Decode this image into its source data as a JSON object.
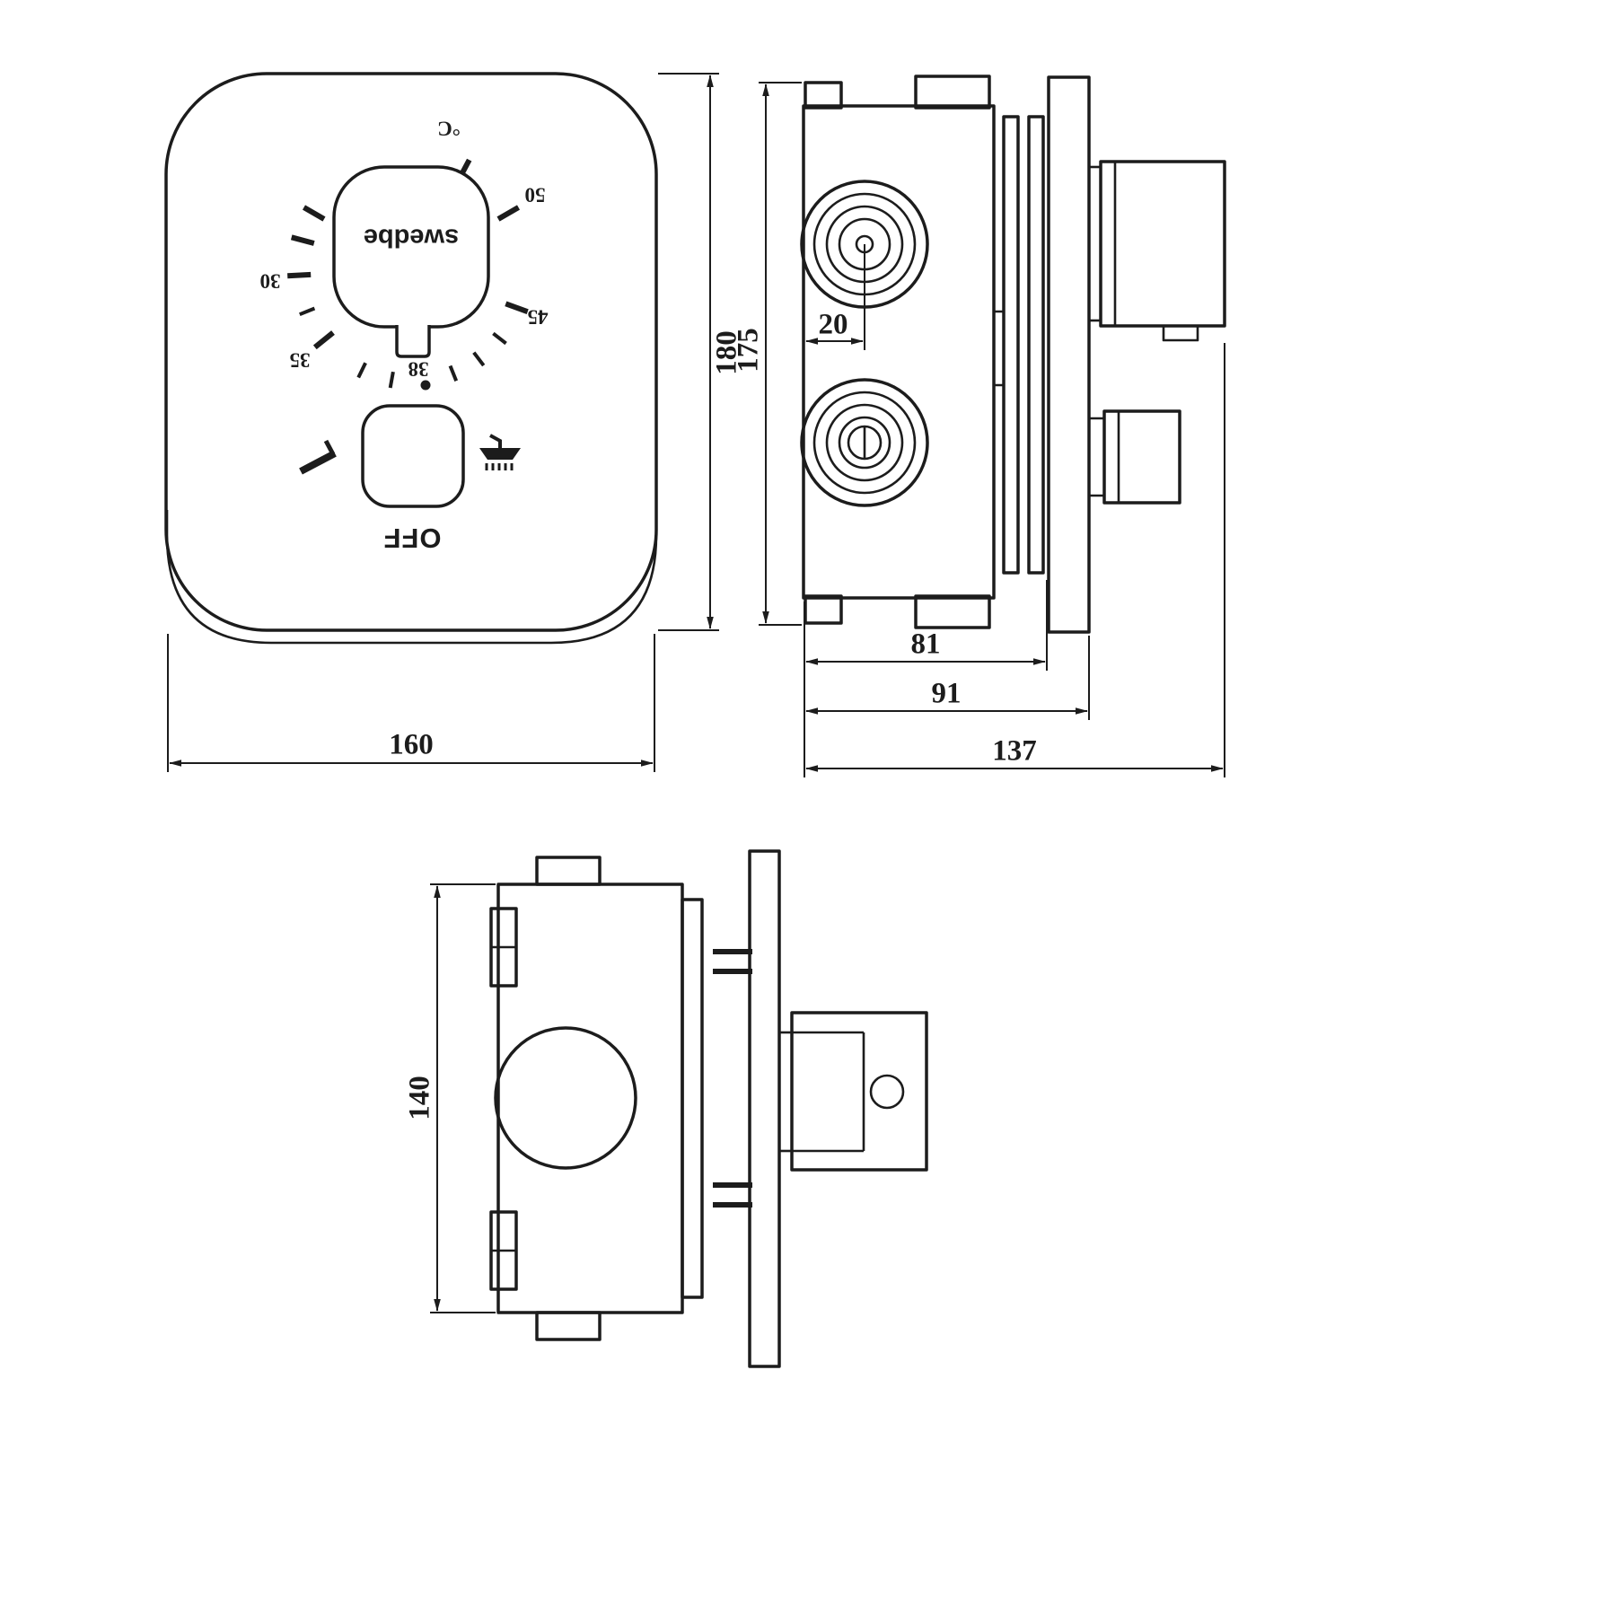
{
  "line_color": "#1c1c1c",
  "front_view": {
    "brand_label": "swedbe",
    "off_label": "OFF",
    "dial": {
      "unit": "°C",
      "ticks": [
        "30",
        "35",
        "38",
        "45",
        "50"
      ]
    },
    "icons": {
      "left": "bath-spout-icon",
      "right": "shower-head-icon"
    },
    "dims": {
      "height": "180",
      "width": "160"
    }
  },
  "side_view": {
    "dims": {
      "height": "175",
      "port_center_offset": "20",
      "body_depth": "81",
      "depth_with_flange": "91",
      "total_depth": "137"
    }
  },
  "bottom_view": {
    "dims": {
      "height": "140"
    }
  }
}
